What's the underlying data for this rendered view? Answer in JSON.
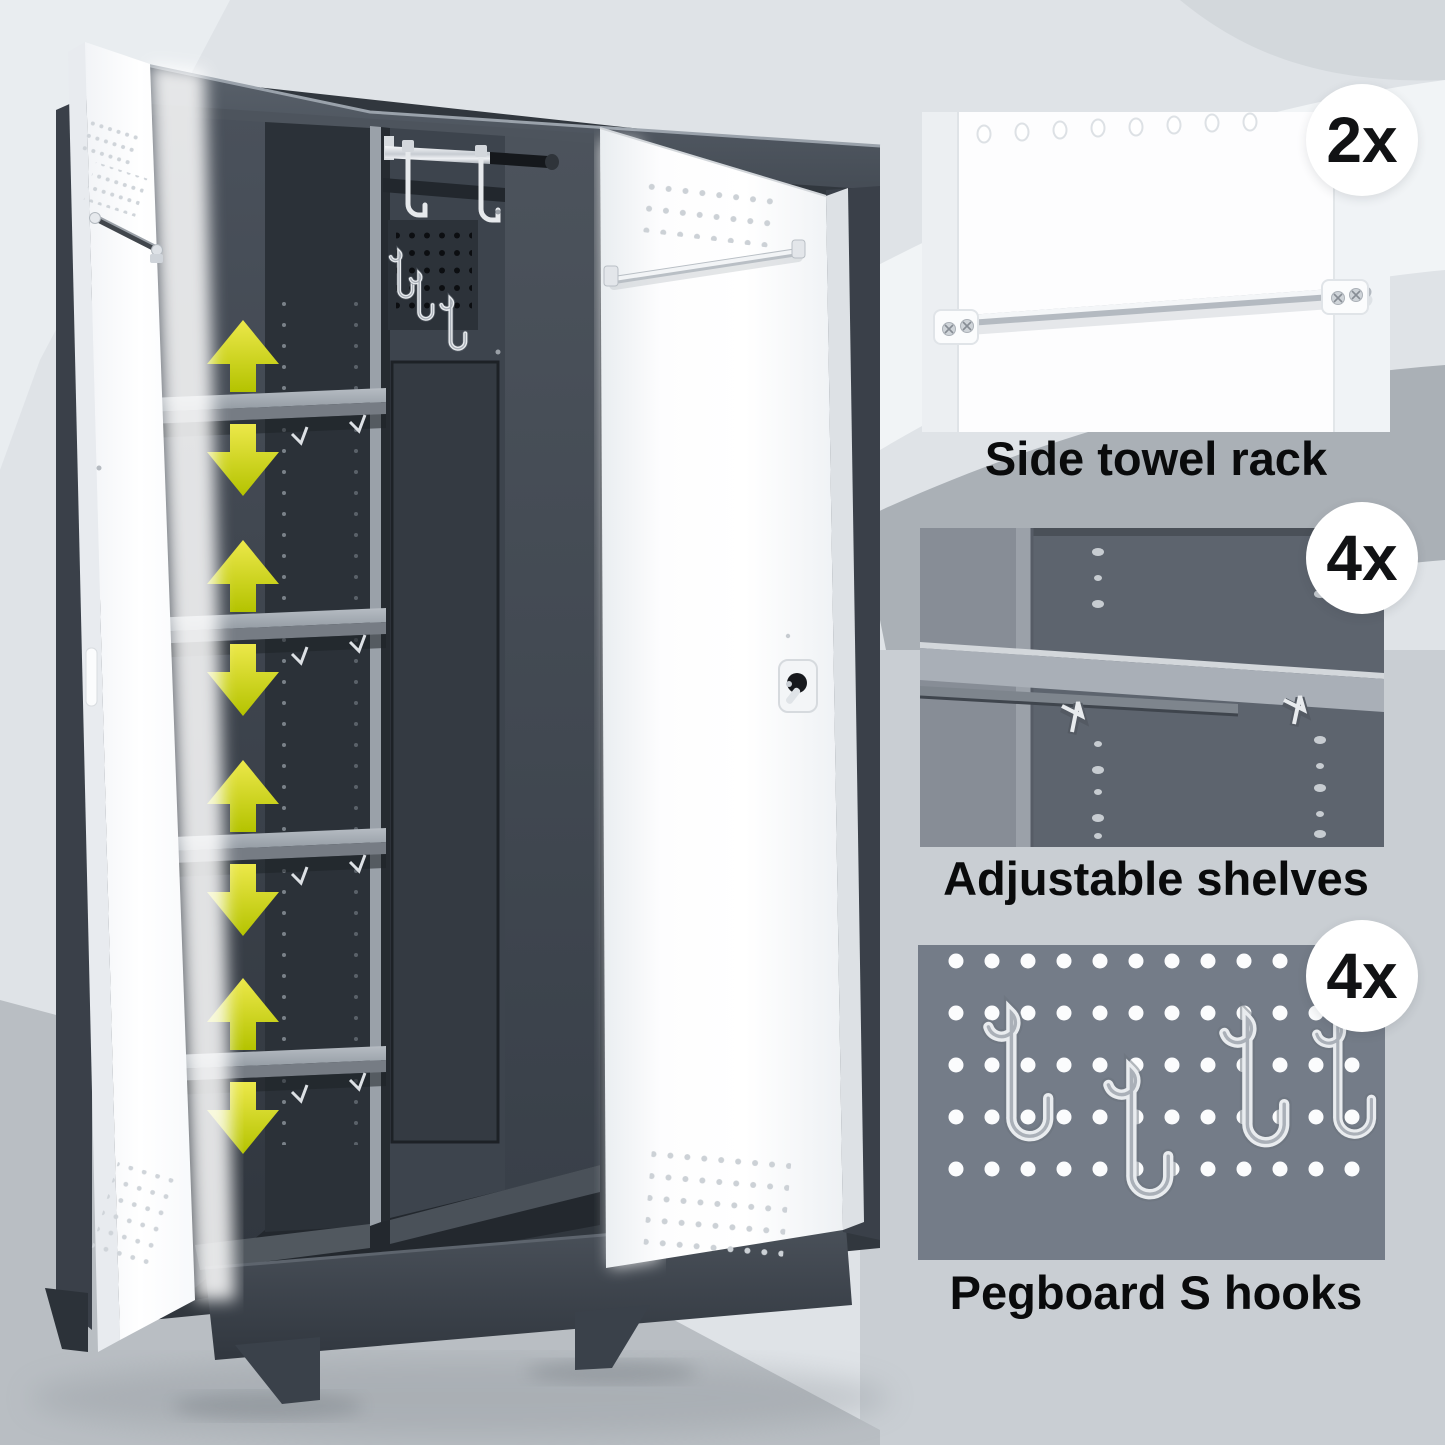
{
  "scene": {
    "alt": "Tall dark gray metal broom cabinet with two open white perforated doors, adjustable shelves marked by yellow up-down arrows, a chrome hanging rod and an interior pegboard with S hooks"
  },
  "callouts": [
    {
      "id": "side-towel-rack",
      "badge": "2x",
      "caption": "Side towel rack"
    },
    {
      "id": "adjustable-shelves",
      "badge": "4x",
      "caption": "Adjustable shelves"
    },
    {
      "id": "pegboard-s-hooks",
      "badge": "4x",
      "caption": "Pegboard S hooks"
    }
  ],
  "colors": {
    "background": "#dfe3e7",
    "floor": "#b9bec3",
    "band_gray": "#aab0b6",
    "lower_right_bg": "#c9ced3",
    "cabinet_charcoal": "#3a414a",
    "interior_dark": "#23282e",
    "shelf_gray": "#a7adb5",
    "door_white": "#fdfdfe",
    "accent_yellow": "#d6d824",
    "chrome": "#e3e6ea",
    "caption_text": "#0a0b0c",
    "badge_bg": "#ffffff",
    "badge_text": "#111214",
    "panel2_bg": "#6d747e",
    "panel3_bg": "#747c88"
  }
}
